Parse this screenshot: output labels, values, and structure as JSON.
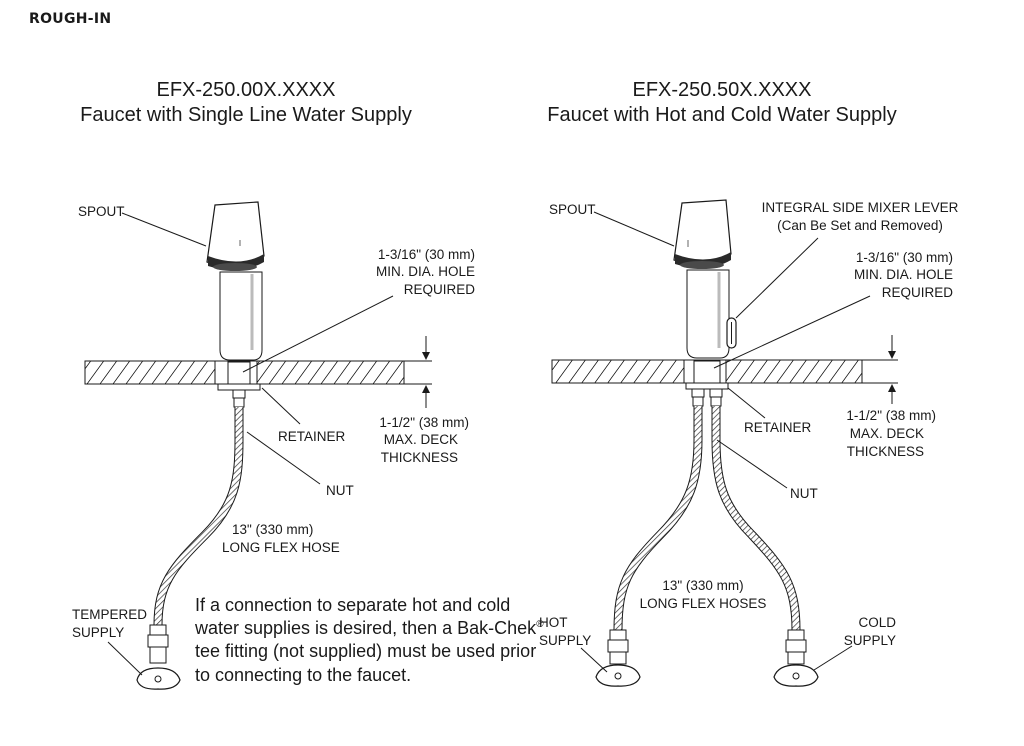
{
  "header": "ROUGH-IN",
  "left": {
    "model": "EFX-250.00X.XXXX",
    "subtitle": "Faucet with Single Line Water Supply",
    "spout": "SPOUT",
    "hole": [
      "1-3/16\" (30 mm)",
      "MIN. DIA. HOLE",
      "REQUIRED"
    ],
    "retainer": "RETAINER",
    "deck": [
      "1-1/2\" (38 mm)",
      "MAX. DECK",
      "THICKNESS"
    ],
    "nut": "NUT",
    "hose": [
      "13\" (330 mm)",
      "LONG FLEX HOSE"
    ],
    "supply": [
      "TEMPERED",
      "SUPPLY"
    ]
  },
  "right": {
    "model": "EFX-250.50X.XXXX",
    "subtitle": "Faucet with Hot and Cold Water Supply",
    "spout": "SPOUT",
    "lever": [
      "INTEGRAL SIDE MIXER LEVER",
      "(Can Be Set and Removed)"
    ],
    "hole": [
      "1-3/16\" (30 mm)",
      "MIN. DIA. HOLE",
      "REQUIRED"
    ],
    "retainer": "RETAINER",
    "deck": [
      "1-1/2\" (38 mm)",
      "MAX. DECK",
      "THICKNESS"
    ],
    "nut": "NUT",
    "hoses": [
      "13\" (330 mm)",
      "LONG FLEX HOSES"
    ],
    "hot": [
      "HOT",
      "SUPPLY"
    ],
    "cold": [
      "COLD",
      "SUPPLY"
    ]
  },
  "note": [
    "If a connection to separate hot and cold",
    "water supplies is desired, then a Bak-Chek",
    "tee fitting (not supplied) must be used prior",
    "to connecting to the faucet."
  ],
  "note_mark": "®"
}
